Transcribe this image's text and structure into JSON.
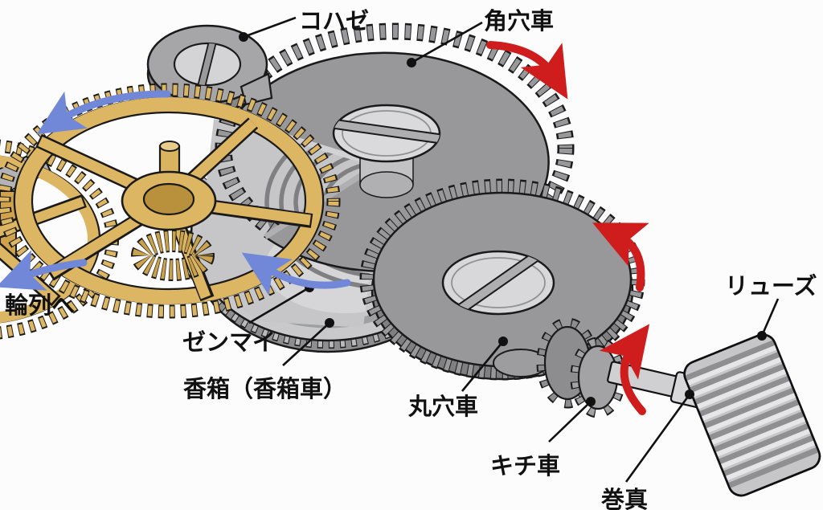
{
  "diagram": {
    "title_present": false,
    "labels": {
      "kohaze": "コハゼ",
      "kakuanaguruma": "角穴車",
      "rinretsu_e": "輪列へ",
      "zenmai": "ゼンマイ",
      "kobako": "香箱（香箱車）",
      "maruanaguruma": "丸穴車",
      "kichiguruma": "キチ車",
      "makishin": "巻真",
      "ryuzu": "リューズ"
    },
    "colors": {
      "background": "#fcfcfc",
      "gear_gray": "#98989a",
      "gear_gray_dark": "#7f7f81",
      "gear_light": "#d8d8da",
      "barrel_gray": "#c9c9cb",
      "brass": "#ddb664",
      "brass_dark": "#b98f3e",
      "brass_teeth": "#caa24c",
      "arrow_red": "#cf1d1d",
      "arrow_blue": "#7188d8",
      "outline": "#1a1a1a",
      "label_text": "#111111"
    },
    "arrows": [
      {
        "name": "ratchet-wheel-rotation",
        "color": "#cf1d1d",
        "direction": "clockwise"
      },
      {
        "name": "crown-wheel-rotation",
        "color": "#cf1d1d",
        "direction": "counterclockwise"
      },
      {
        "name": "stem-rotation",
        "color": "#cf1d1d",
        "direction": "winding"
      },
      {
        "name": "center-wheel-rotation-top",
        "color": "#7188d8",
        "direction": "counterclockwise"
      },
      {
        "name": "to-train-arrow",
        "color": "#7188d8",
        "direction": "counterclockwise"
      },
      {
        "name": "mainspring-unwind-arrow",
        "color": "#7188d8",
        "direction": "counterclockwise"
      }
    ]
  }
}
